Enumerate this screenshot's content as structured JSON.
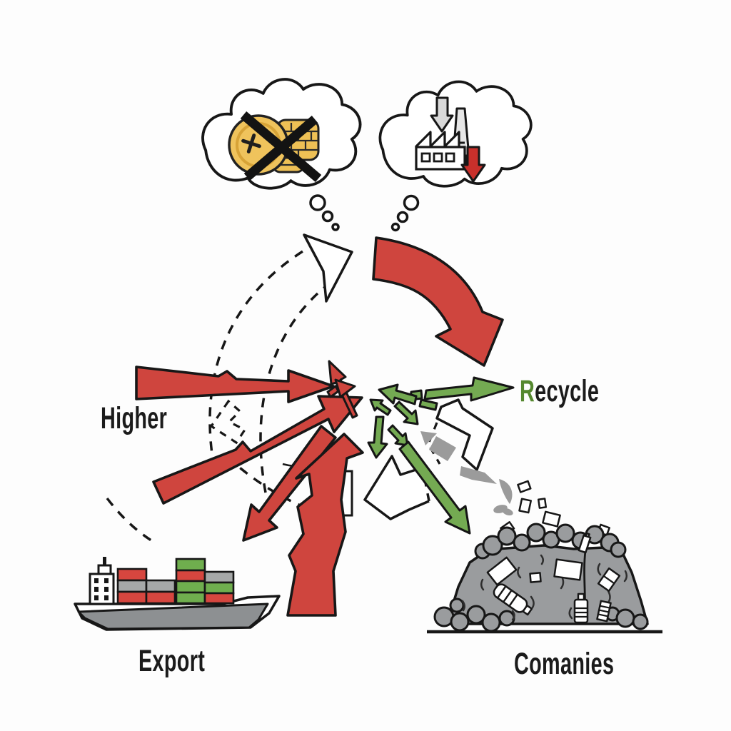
{
  "diagram": {
    "background": "#fdfdfd",
    "ink": "#171717",
    "colors": {
      "red": "#cf453e",
      "green": "#74aa52",
      "recycle_initial_green": "#55882f",
      "gray": "#9a9c9e",
      "gold": "#eec055",
      "light_gray": "#d9d9d9"
    },
    "labels": {
      "higher": "Higher",
      "recycle_initial": "R",
      "recycle_rest": "ecycle",
      "export": "Export",
      "companies": "Comanies"
    },
    "icons": [
      "no-money-thought-bubble",
      "factory-decline-thought-bubble",
      "dashed-cycle-arrow",
      "red-decline-curved-arrow",
      "red-pressure-arrows",
      "green-recycle-arrows",
      "gray-crumbling-arrow",
      "cargo-ship",
      "trash-pile"
    ]
  }
}
